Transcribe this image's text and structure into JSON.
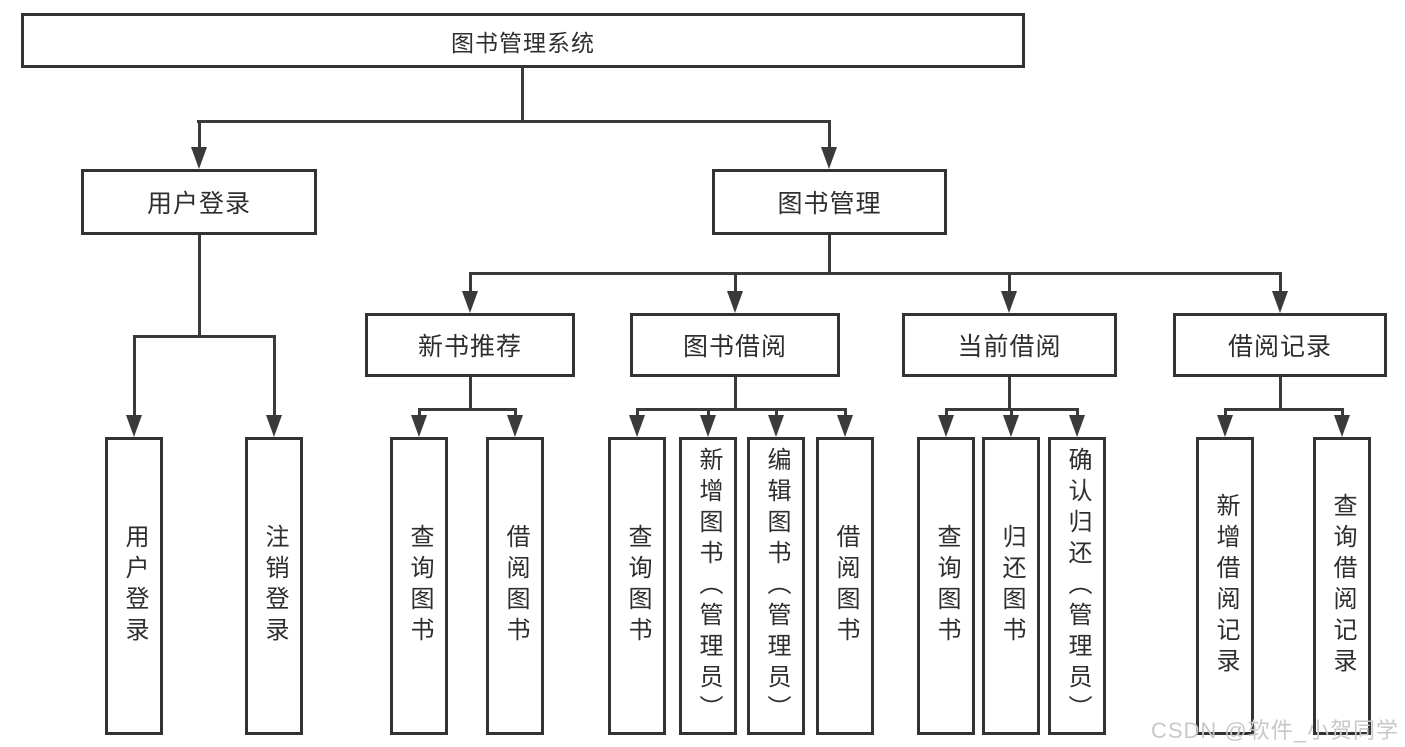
{
  "diagram": {
    "title": "图书管理系统",
    "colors": {
      "line": "#3a3a3a",
      "border": "#333333",
      "text": "#2e2e2e",
      "background": "#ffffff",
      "watermark": "#c8c8c8"
    },
    "nodes": {
      "root": {
        "label": "图书管理系统"
      },
      "level2": [
        {
          "label": "用户登录"
        },
        {
          "label": "图书管理"
        }
      ],
      "level3": [
        {
          "label": "新书推荐",
          "parent": "图书管理"
        },
        {
          "label": "图书借阅",
          "parent": "图书管理"
        },
        {
          "label": "当前借阅",
          "parent": "图书管理"
        },
        {
          "label": "借阅记录",
          "parent": "图书管理"
        }
      ],
      "leaves": [
        {
          "label": "用户登录",
          "parent": "用户登录"
        },
        {
          "label": "注销登录",
          "parent": "用户登录"
        },
        {
          "label": "查询图书",
          "parent": "新书推荐"
        },
        {
          "label": "借阅图书",
          "parent": "新书推荐"
        },
        {
          "label": "查询图书",
          "parent": "图书借阅"
        },
        {
          "label": "新增图书（管理员）",
          "parent": "图书借阅"
        },
        {
          "label": "编辑图书（管理员）",
          "parent": "图书借阅"
        },
        {
          "label": "借阅图书",
          "parent": "图书借阅"
        },
        {
          "label": "查询图书",
          "parent": "当前借阅"
        },
        {
          "label": "归还图书",
          "parent": "当前借阅"
        },
        {
          "label": "确认归还（管理员）",
          "parent": "当前借阅"
        },
        {
          "label": "新增借阅记录",
          "parent": "借阅记录"
        },
        {
          "label": "查询借阅记录",
          "parent": "借阅记录"
        }
      ]
    }
  },
  "watermark": {
    "text": "CSDN @软件_小贺同学"
  }
}
